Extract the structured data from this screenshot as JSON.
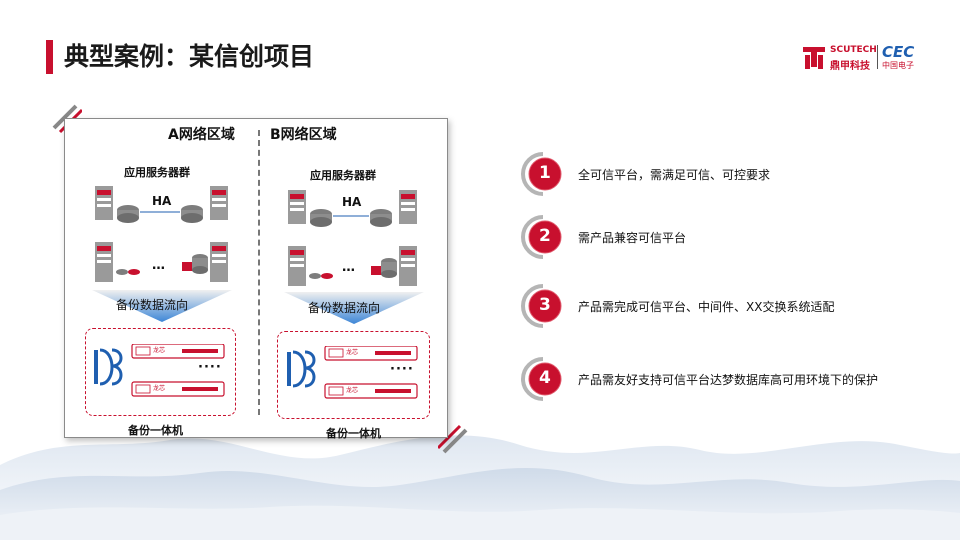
{
  "header": {
    "title": "典型案例：某信创项目",
    "logo": {
      "brand_en": "SCUTECH",
      "brand_cn": "鼎甲科技",
      "partner_en": "CEC",
      "partner_cn": "中国电子"
    }
  },
  "diagram": {
    "zone_a": {
      "title": "A网络区域",
      "server_group": "应用服务器群",
      "ha": "HA",
      "ellipsis": "…",
      "flow": "备份数据流向",
      "appliance_tag": "龙芯",
      "appliance_dots": "····",
      "box_label": "备份一体机"
    },
    "zone_b": {
      "title": "B网络区域",
      "server_group": "应用服务器群",
      "ha": "HA",
      "ellipsis": "…",
      "flow": "备份数据流向",
      "appliance_tag": "龙芯",
      "appliance_dots": "····",
      "box_label": "备份一体机"
    }
  },
  "requirements": [
    {
      "num": "1",
      "text": "全可信平台，需满足可信、可控要求"
    },
    {
      "num": "2",
      "text": "需产品兼容可信平台"
    },
    {
      "num": "3",
      "text": "产品需完成可信平台、中间件、XX交换系统适配"
    },
    {
      "num": "4",
      "text": "产品需友好支持可信平台达梦数据库高可用环境下的保护"
    }
  ],
  "colors": {
    "accent": "#c8102e",
    "db_blue": "#1f5fb0",
    "server_gray": "#9a9a9a"
  }
}
